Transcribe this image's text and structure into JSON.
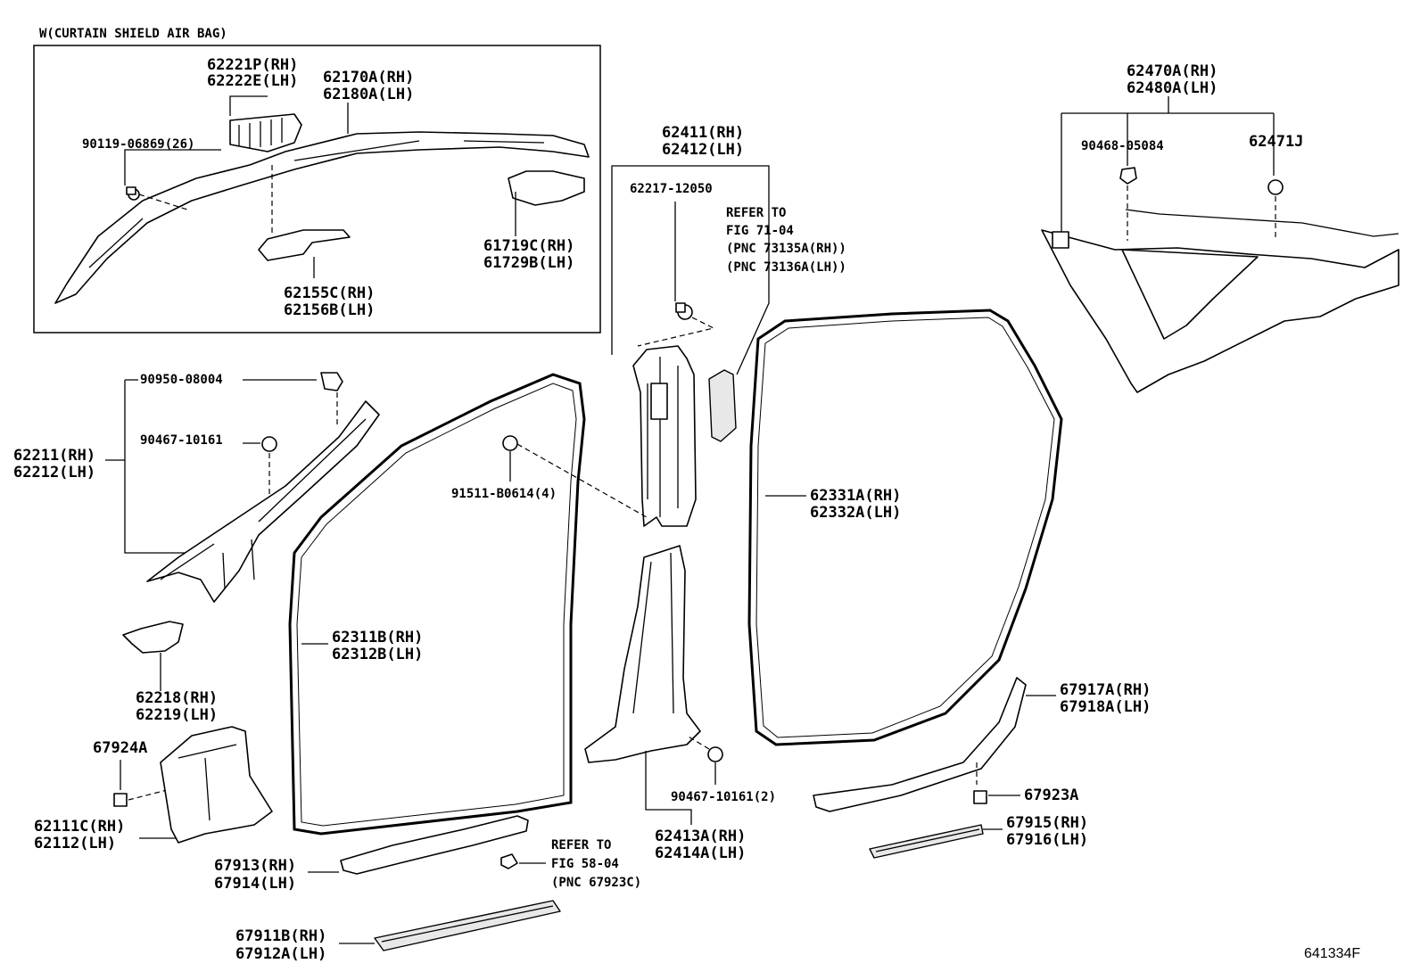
{
  "title_box": "W(CURTAIN SHIELD AIR BAG)",
  "figure_id": "641334F",
  "refer": {
    "r1": [
      "REFER TO",
      "FIG 71-04",
      "(PNC 73135A(RH))",
      "(PNC 73136A(LH))"
    ],
    "r2": [
      "REFER TO",
      "FIG 58-04",
      "(PNC 67923C)"
    ]
  },
  "labels": {
    "p62221": [
      "62221P(RH)",
      "62222E(LH)"
    ],
    "p62170": [
      "62170A(RH)",
      "62180A(LH)"
    ],
    "p90119": [
      "90119-06869(26)"
    ],
    "p61719": [
      "61719C(RH)",
      "61729B(LH)"
    ],
    "p62155": [
      "62155C(RH)",
      "62156B(LH)"
    ],
    "p62411": [
      "62411(RH)",
      "62412(LH)"
    ],
    "p62217": [
      "62217-12050"
    ],
    "p62470": [
      "62470A(RH)",
      "62480A(LH)"
    ],
    "p90468": [
      "90468-05084"
    ],
    "p62471": [
      "62471J"
    ],
    "p90950": [
      "90950-08004"
    ],
    "p90467a": [
      "90467-10161"
    ],
    "p62211": [
      "62211(RH)",
      "62212(LH)"
    ],
    "p91511": [
      "91511-B0614(4)"
    ],
    "p62331": [
      "62331A(RH)",
      "62332A(LH)"
    ],
    "p62311": [
      "62311B(RH)",
      "62312B(LH)"
    ],
    "p62218": [
      "62218(RH)",
      "62219(LH)"
    ],
    "p67924": [
      "67924A"
    ],
    "p62111": [
      "62111C(RH)",
      "62112(LH)"
    ],
    "p67917": [
      "67917A(RH)",
      "67918A(LH)"
    ],
    "p90467b": [
      "90467-10161(2)"
    ],
    "p67923": [
      "67923A"
    ],
    "p62413": [
      "62413A(RH)",
      "62414A(LH)"
    ],
    "p67915": [
      "67915(RH)",
      "67916(LH)"
    ],
    "p67913": [
      "67913(RH)",
      "67914(LH)"
    ],
    "p67911": [
      "67911B(RH)",
      "67912A(LH)"
    ]
  }
}
